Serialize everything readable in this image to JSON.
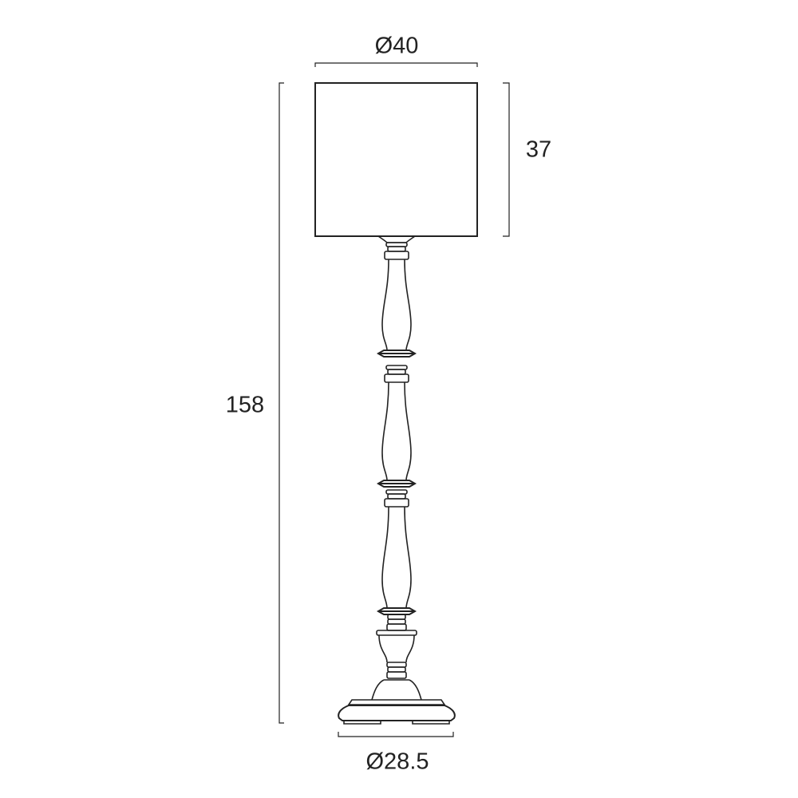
{
  "dimensions": {
    "shade_diameter": "Ø40",
    "shade_height": "37",
    "total_height": "158",
    "base_diameter": "Ø28.5"
  },
  "colors": {
    "line": "#222222"
  }
}
